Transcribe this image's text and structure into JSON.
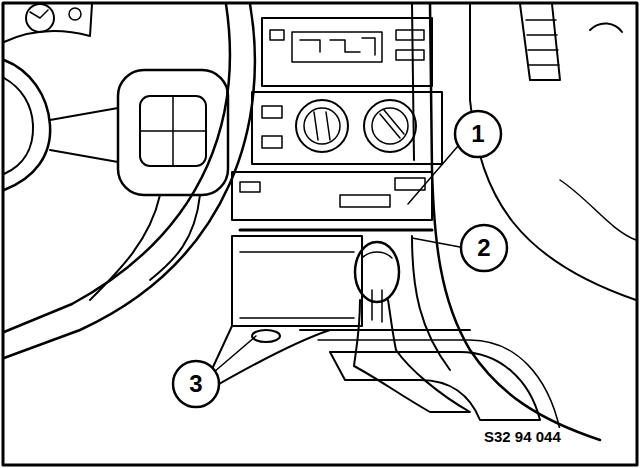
{
  "diagram": {
    "nodes": [
      {
        "text": [
          "1"
        ]
      },
      {
        "text": [
          "2"
        ]
      },
      {
        "text": [
          "3"
        ]
      }
    ],
    "labels": [
      "S32 94 044"
    ]
  }
}
